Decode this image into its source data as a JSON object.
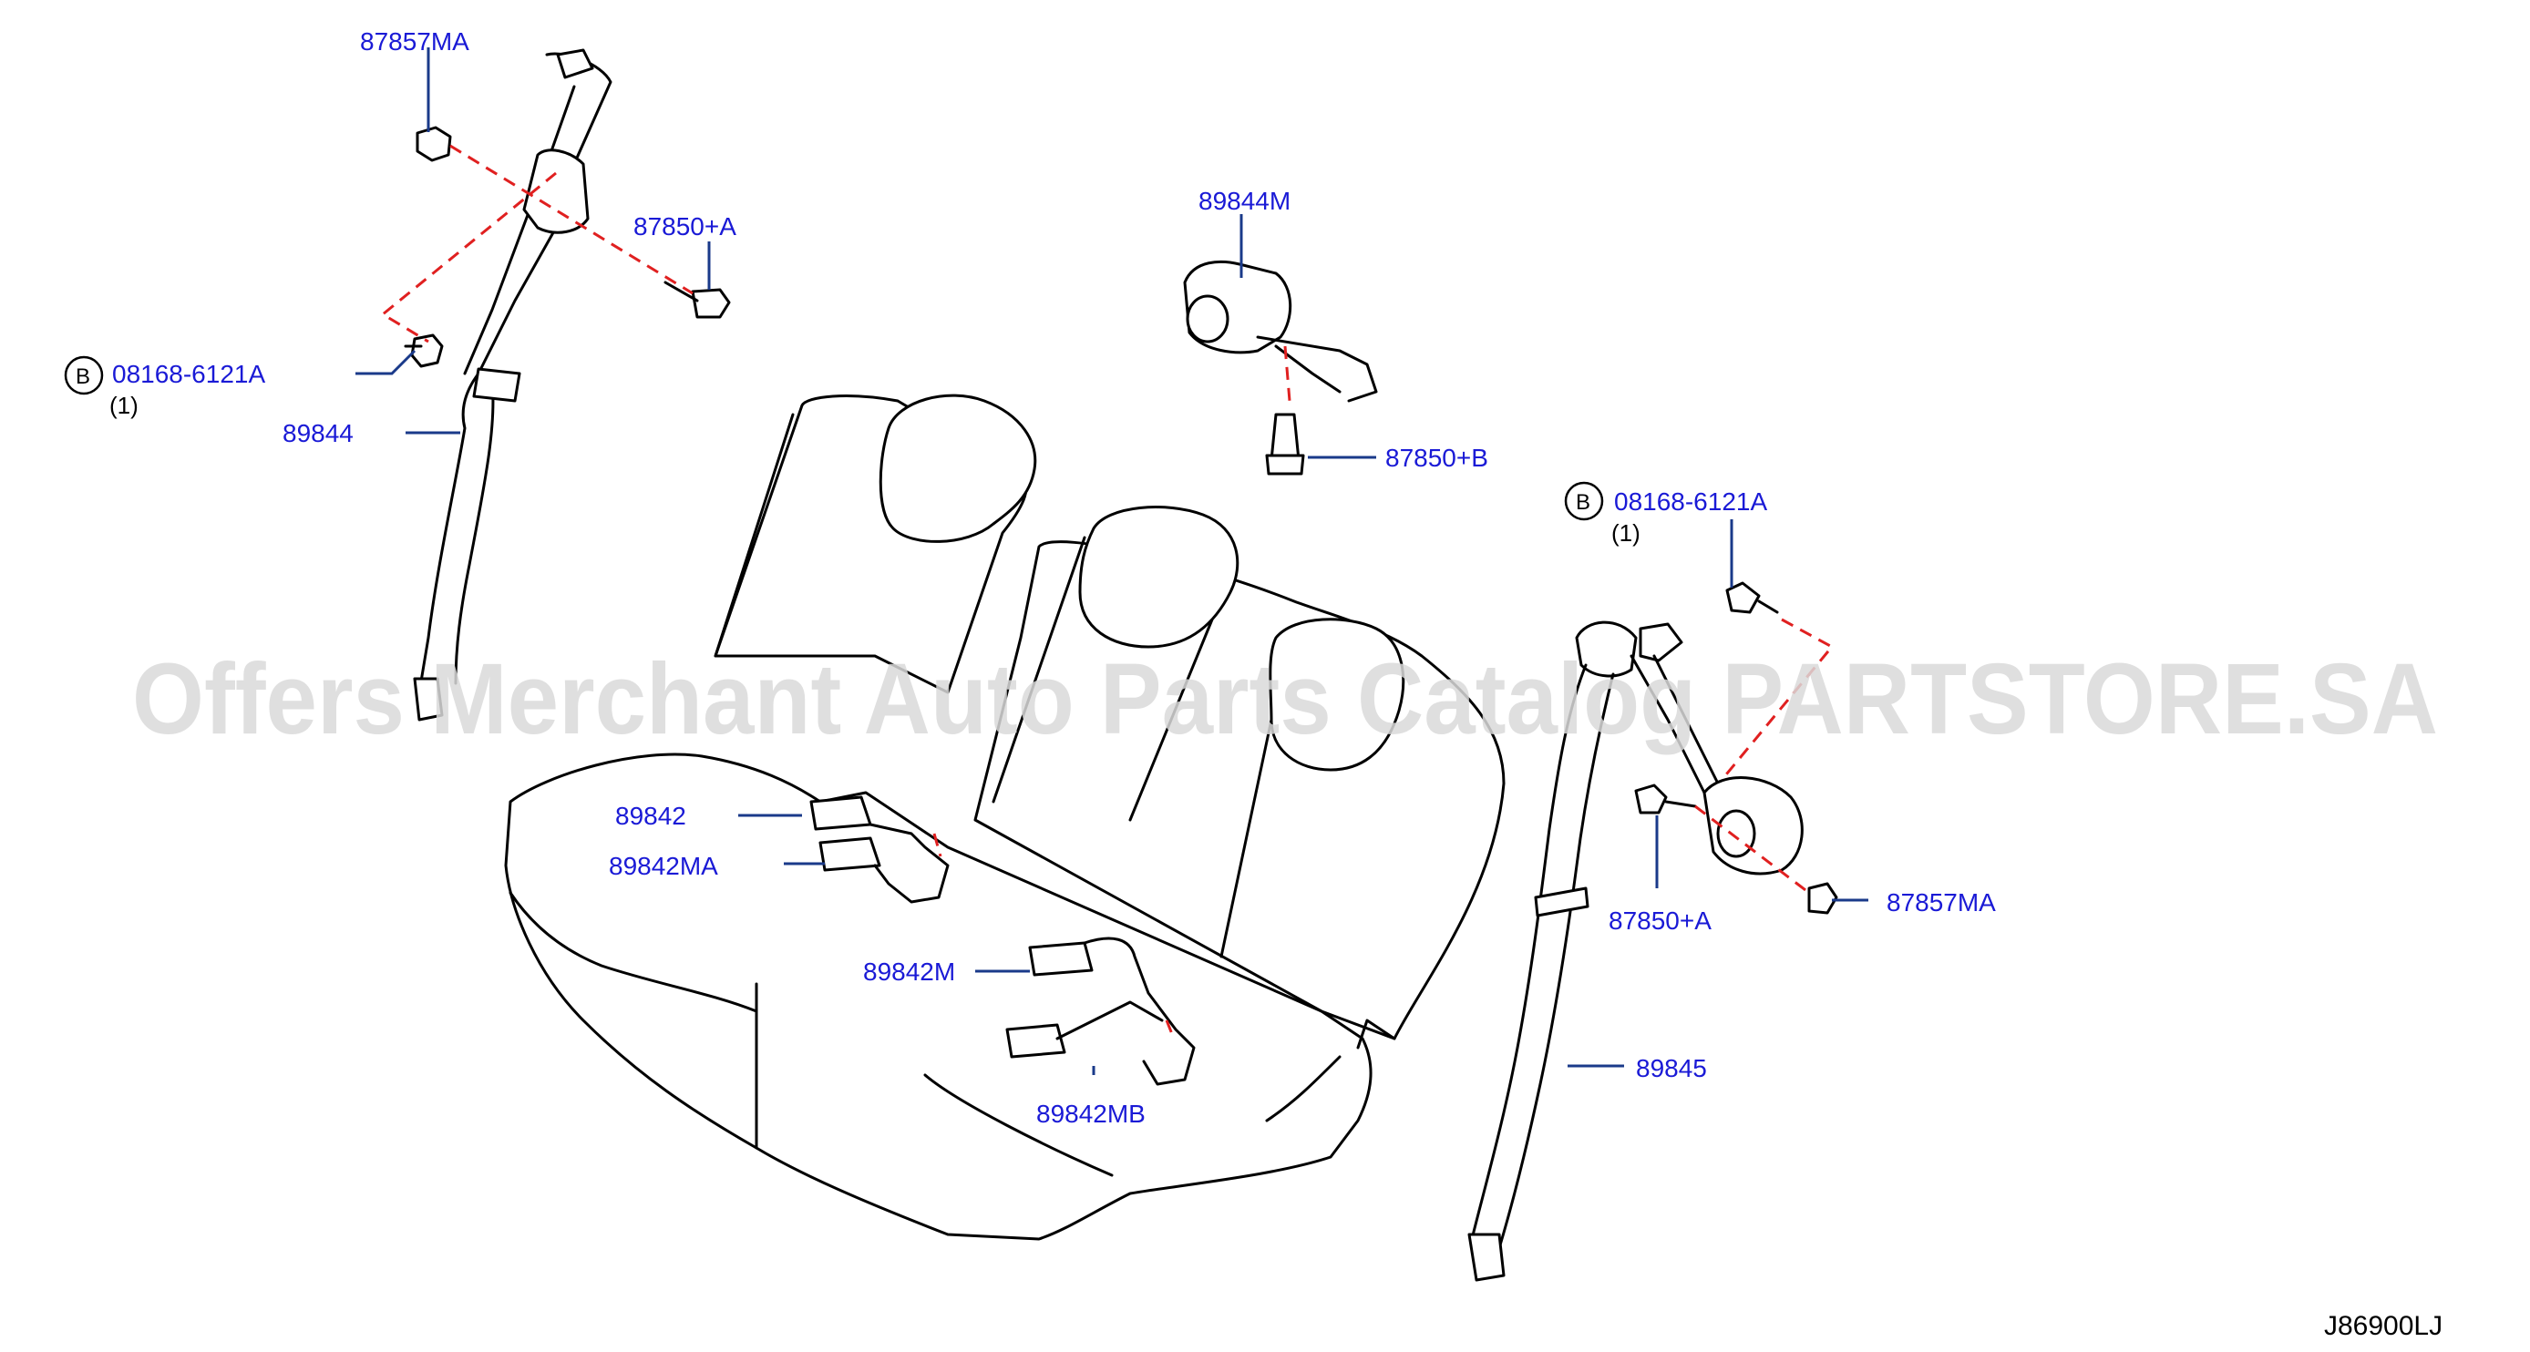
{
  "watermark": "Offers Merchant Auto Parts Catalog PARTSTORE.SA",
  "diagram_code": "J86900LJ",
  "bolt_marker_letter": "B",
  "labels": {
    "l_87857MA": "87857MA",
    "l_87850A": "87850+A",
    "l_08168": "08168-6121A",
    "l_qty1": "(1)",
    "l_89844": "89844",
    "l_89844M": "89844M",
    "l_87850B": "87850+B",
    "r_08168": "08168-6121A",
    "r_qty1": "(1)",
    "r_87850A": "87850+A",
    "r_87857MA": "87857MA",
    "r_89845": "89845",
    "c_89842": "89842",
    "c_89842MA": "89842MA",
    "c_89842M": "89842M",
    "c_89842MB": "89842MB"
  },
  "colors": {
    "label_text": "#1a1ad6",
    "leader_line": "#1a3a8a",
    "dashed_guide": "#e02020",
    "outline": "#000000"
  }
}
